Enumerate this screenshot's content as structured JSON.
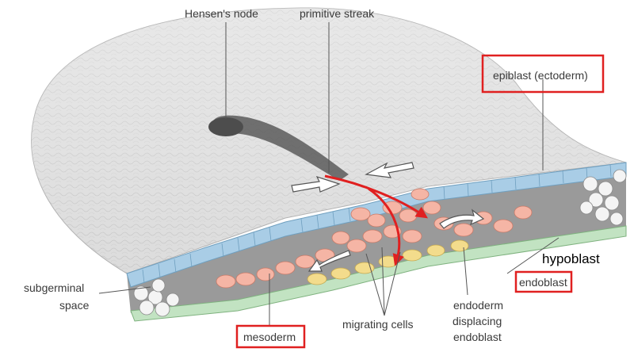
{
  "labels": {
    "hensens_node": "Hensen's node",
    "primitive_streak": "primitive streak",
    "epiblast": "epiblast (ectoderm)",
    "hypoblast": "hypoblast",
    "endoblast": "endoblast",
    "subgerminal_line1": "subgerminal",
    "subgerminal_line2": "space",
    "mesoderm": "mesoderm",
    "migrating_cells": "migrating cells",
    "endoderm_line1": "endoderm",
    "endoderm_line2": "displacing",
    "endoderm_line3": "endoblast"
  },
  "colors": {
    "epiblast": "#a9cde6",
    "mesoderm": "#f5b5a5",
    "endoderm": "#f3dc8c",
    "endoblast": "#c2e3c2",
    "surface": "#d9d9d9",
    "highlight": "#e02020"
  }
}
